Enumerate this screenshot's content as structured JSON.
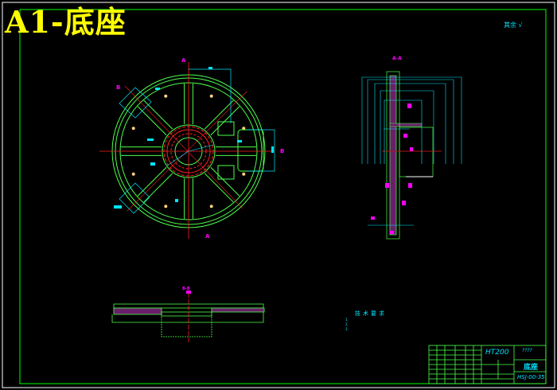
{
  "drawing": {
    "title": "A1-底座",
    "roughness_note": "其余 √",
    "colors": {
      "background": "#000000",
      "frame": "#00ff00",
      "outline": "#4cff4c",
      "dimension": "#00e5ff",
      "centerline": "#ff2020",
      "label": "#ff00ff",
      "title": "#ffff00"
    },
    "section_labels": {
      "a": "A",
      "b": "B",
      "aa": "A-A",
      "bb": "B-B"
    },
    "technical_requirements": {
      "heading": "技术要求",
      "items": [
        "1.",
        "2.",
        "3."
      ]
    },
    "title_block": {
      "material": "HT200",
      "quantity": "????",
      "part_name": "底座",
      "drawing_number": "HSJ-00-35"
    }
  }
}
